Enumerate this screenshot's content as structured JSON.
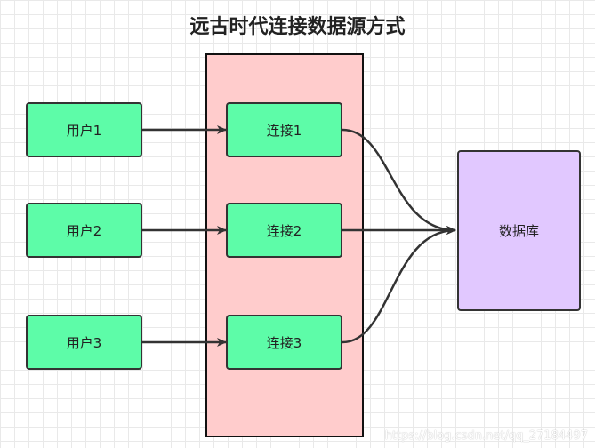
{
  "title": "远古时代连接数据源方式",
  "users": [
    "用户1",
    "用户2",
    "用户3"
  ],
  "connections": [
    "连接1",
    "连接2",
    "连接3"
  ],
  "database": "数据库",
  "watermark": "https://blog.csdn.net/qq_27184497",
  "colors": {
    "node_fill": "#5dfca8",
    "pool_fill": "#ffcccc",
    "database_fill": "#e1c8ff",
    "stroke": "#333333"
  }
}
